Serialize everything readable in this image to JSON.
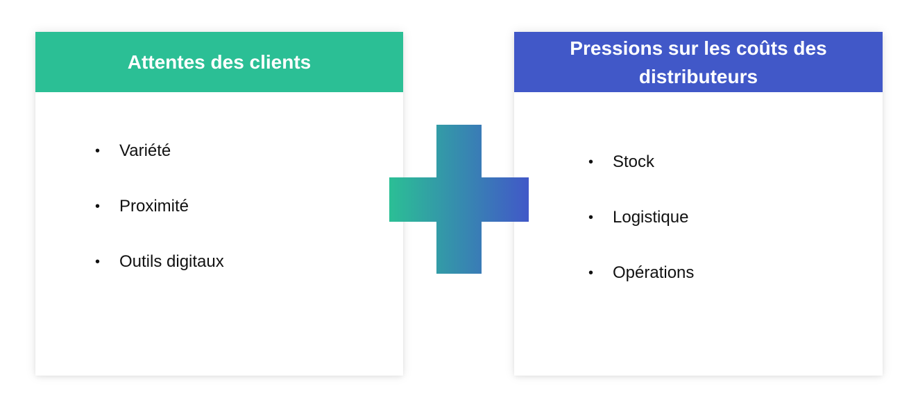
{
  "left_box": {
    "title": "Attentes des clients",
    "items": [
      "Variété",
      "Proximité",
      "Outils digitaux"
    ]
  },
  "right_box": {
    "title": "Pressions sur les coûts des distributeurs",
    "items": [
      "Stock",
      "Logistique",
      "Opérations"
    ]
  },
  "colors": {
    "green": "#2bbf95",
    "blue": "#4158c8"
  },
  "connector": "plus-icon"
}
